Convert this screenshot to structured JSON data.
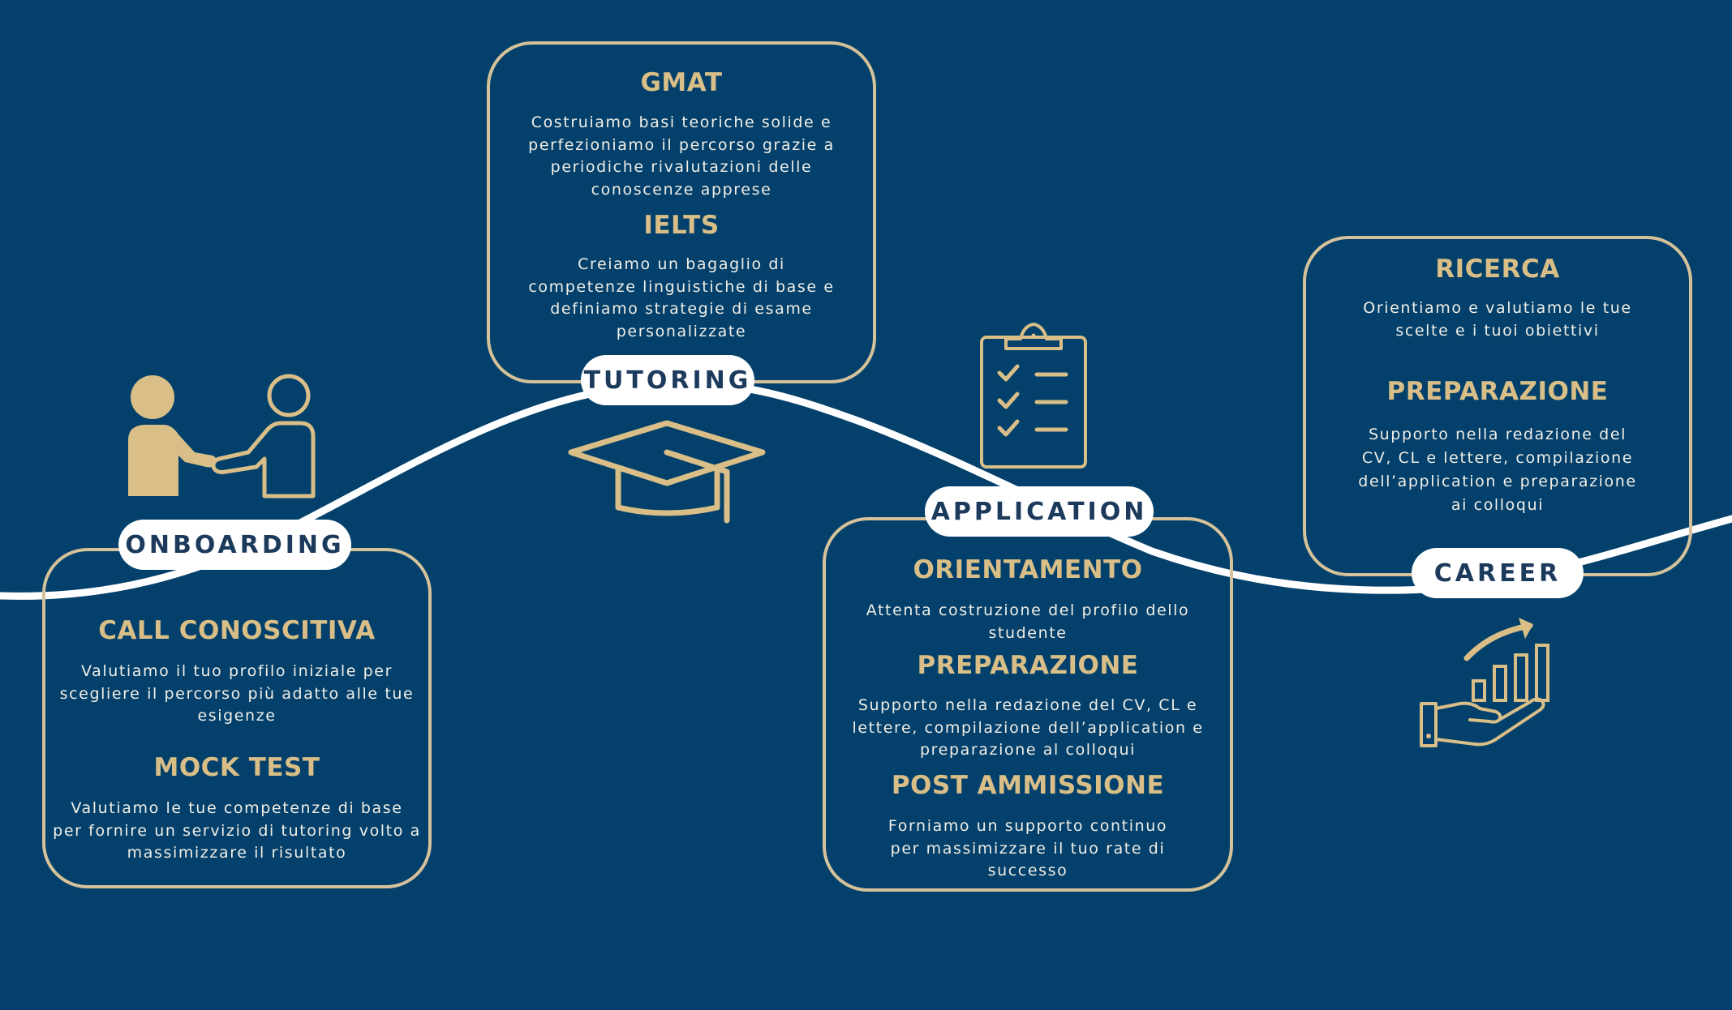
{
  "colors": {
    "background": "#03406b",
    "gold": "#d9bf87",
    "border": "#d5c29a",
    "pill_text": "#1b3a5c",
    "wave": "#ffffff"
  },
  "stages": {
    "onboarding": "ONBOARDING",
    "tutoring": "TUTORING",
    "application": "APPLICATION",
    "career": "CAREER"
  },
  "onboarding_card": {
    "call_title": "CALL CONOSCITIVA",
    "call_text": "Valutiamo il tuo profilo iniziale per\nscegliere il percorso più adatto alle tue\nesigenze",
    "mock_title": "MOCK TEST",
    "mock_text": "Valutiamo le tue competenze di base\nper fornire un servizio di tutoring volto a\nmassimizzare il risultato"
  },
  "tutoring_card": {
    "gmat_title": "GMAT",
    "gmat_text": "Costruiamo basi teoriche solide e\nperfezioniamo il percorso grazie a\nperiodiche rivalutazioni delle\nconoscenze apprese",
    "ielts_title": "IELTS",
    "ielts_text": "Creiamo un bagaglio di\ncompetenze linguistiche di base e\ndefiniamo strategie di esame\npersonalizzate"
  },
  "application_card": {
    "orient_title": "ORIENTAMENTO",
    "orient_text": "Attenta costruzione del profilo dello\nstudente",
    "prep_title": "PREPARAZIONE",
    "prep_text": "Supporto nella redazione del CV, CL e\nlettere, compilazione dell’application e\npreparazione al colloqui",
    "post_title": "POST AMMISSIONE",
    "post_text": "Forniamo un supporto continuo\nper massimizzare il tuo rate di\nsuccesso"
  },
  "career_card": {
    "ricerca_title": "RICERCA",
    "ricerca_text": "Orientiamo e valutiamo le tue\nscelte e i tuoi obiettivi",
    "prep_title": "PREPARAZIONE",
    "prep_text": "Supporto nella redazione del\nCV, CL e lettere, compilazione\ndell’application e preparazione\nai colloqui"
  },
  "icons": {
    "onboarding": "handshake-people-icon",
    "tutoring": "graduation-cap-icon",
    "application": "clipboard-checklist-icon",
    "career": "hand-growth-chart-icon"
  }
}
